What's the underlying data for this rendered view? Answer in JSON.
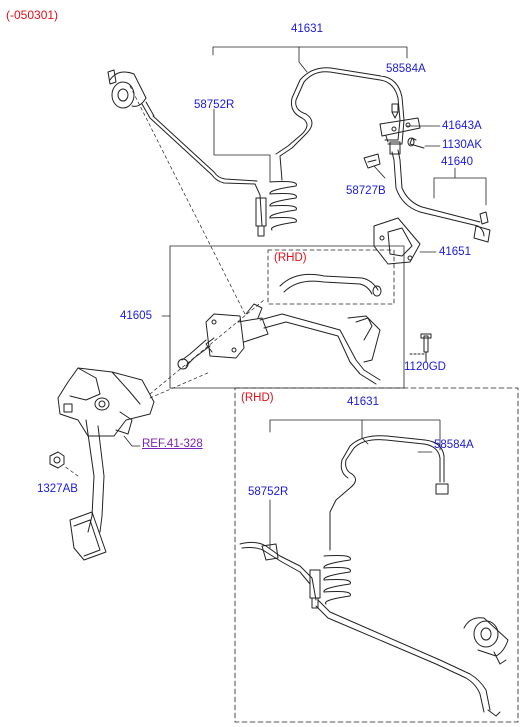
{
  "header": {
    "code": "(-050301)"
  },
  "labels": {
    "l41631_top": "41631",
    "l58584a_top": "58584A",
    "l58752r_top": "58752R",
    "l41643a": "41643A",
    "l1130ak": "1130AK",
    "l41640": "41640",
    "l58727b": "58727B",
    "l41651": "41651",
    "l41605": "41605",
    "rhd_inner": "(RHD)",
    "l1120gd": "1120GD",
    "rhd_box": "(RHD)",
    "l41631_bottom": "41631",
    "l58584a_bottom": "58584A",
    "l58752r_bottom": "58752R",
    "ref": "REF.41-328",
    "l1327ab": "1327AB"
  },
  "colors": {
    "label": "#1a1adb",
    "rhd": "#e0101a",
    "ref": "#7b22b5",
    "line": "#222222"
  }
}
